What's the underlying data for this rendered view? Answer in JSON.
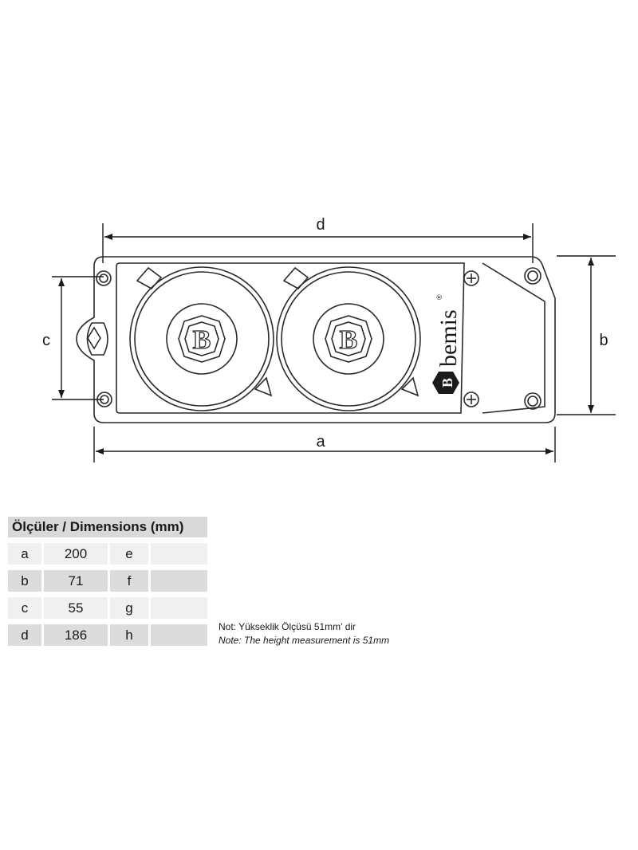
{
  "drawing": {
    "dimension_labels": {
      "a": "a",
      "b": "b",
      "c": "c",
      "d": "d"
    },
    "brand_name": "bemis",
    "brand_registered_mark": "®",
    "lid_logo_letter": "B"
  },
  "table": {
    "title": "Ölçüler / Dimensions (mm)",
    "rows": [
      {
        "key": "a",
        "value": "200",
        "key2": "e",
        "value2": ""
      },
      {
        "key": "b",
        "value": "71",
        "key2": "f",
        "value2": ""
      },
      {
        "key": "c",
        "value": "55",
        "key2": "g",
        "value2": ""
      },
      {
        "key": "d",
        "value": "186",
        "key2": "h",
        "value2": ""
      }
    ]
  },
  "note": {
    "turkish": "Not:  Yükseklik Ölçüsü 51mm’ dir",
    "english": "Note: The height measurement is 51mm"
  }
}
